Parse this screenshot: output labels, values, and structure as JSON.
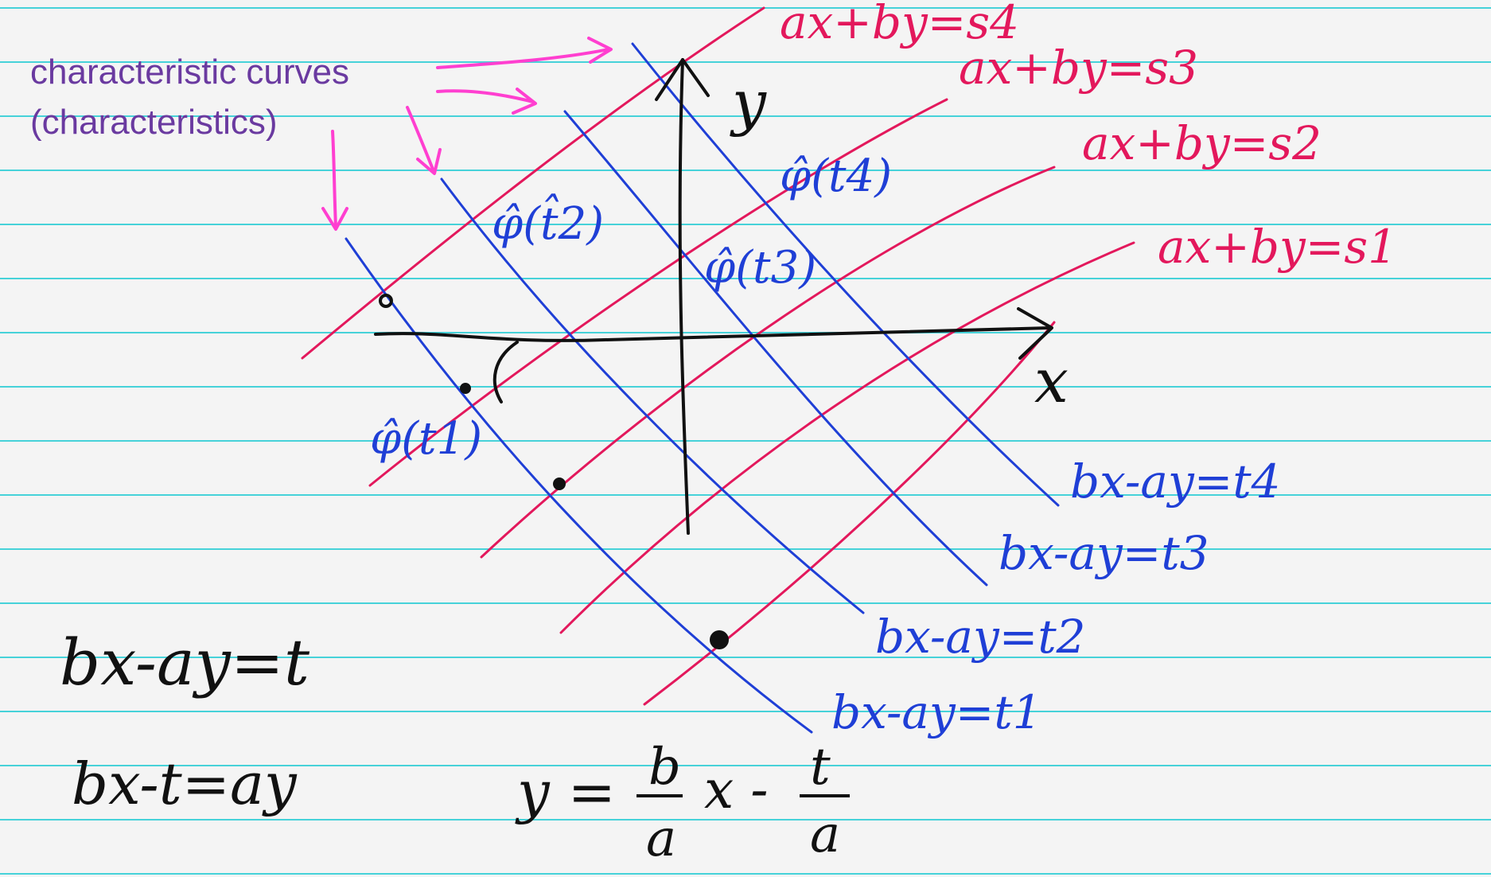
{
  "colors": {
    "paper": "#f4f4f4",
    "ruled_line": "#46d2d9",
    "characteristic_curve": "#1f3fd6",
    "level_line": "#e3185c",
    "axis": "#111111",
    "callout_text": "#6a3aa0",
    "callout_arrow": "#ff3fd0"
  },
  "callout": {
    "line1": "characteristic curves",
    "line2": "(characteristics)"
  },
  "axes": {
    "x_label": "x",
    "y_label": "y"
  },
  "red_lines": [
    {
      "name": "s4",
      "equation": "ax+by=s4"
    },
    {
      "name": "s3",
      "equation": "ax+by=s3"
    },
    {
      "name": "s2",
      "equation": "ax+by=s2"
    },
    {
      "name": "s1",
      "equation": "ax+by=s1"
    }
  ],
  "blue_lines": [
    {
      "name": "t4",
      "equation": "bx-ay=t4"
    },
    {
      "name": "t3",
      "equation": "bx-ay=t3"
    },
    {
      "name": "t2",
      "equation": "bx-ay=t2"
    },
    {
      "name": "t1",
      "equation": "bx-ay=t1"
    }
  ],
  "phi_labels": [
    {
      "name": "phi-t1",
      "text": "φ̂(t1)"
    },
    {
      "name": "phi-t2",
      "text": "φ̂(t̂2)"
    },
    {
      "name": "phi-t3",
      "text": "φ̂(t3)"
    },
    {
      "name": "phi-t4",
      "text": "φ̂(t4)"
    }
  ],
  "derivation": {
    "line1": "bx-ay=t",
    "line2": "bx-t=ay",
    "result_lhs": "y =",
    "frac1_num": "b",
    "frac1_den": "a",
    "x_minus": "x -",
    "frac2_num": "t",
    "frac2_den": "a"
  }
}
